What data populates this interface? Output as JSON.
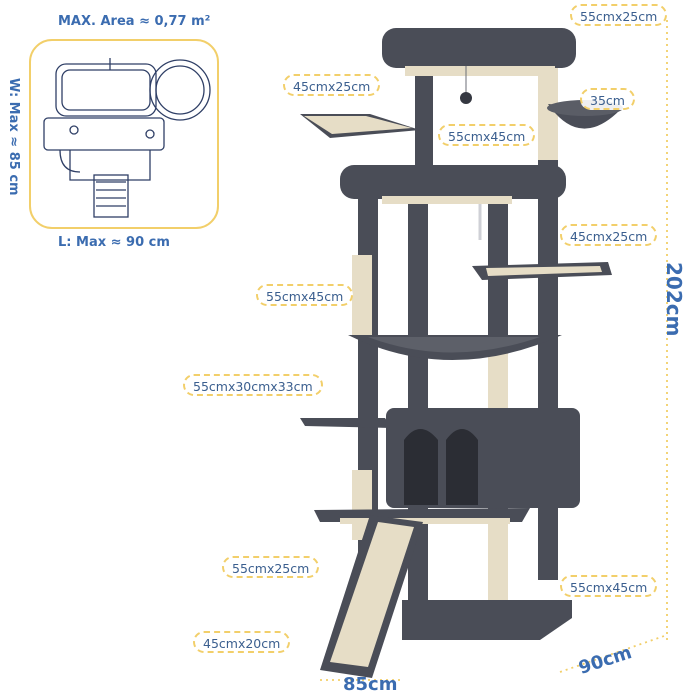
{
  "inset": {
    "area": "MAX. Area ≈ 0,77 m²",
    "width": "W: Max ≈ 85 cm",
    "length": "L: Max ≈ 90 cm"
  },
  "dimensions": {
    "height": "202cm",
    "width": "85cm",
    "depth": "90cm"
  },
  "labels": [
    "55cmx25cm",
    "45cmx25cm",
    "35cm",
    "55cmx45cm",
    "45cmx25cm",
    "55cmx45cm",
    "55cmx30cmx33cm",
    "55cmx25cm",
    "55cmx45cm",
    "45cmx20cm"
  ],
  "colors": {
    "fur": "#4a4d57",
    "fur_dark": "#353841",
    "sisal": "#e6ddc6",
    "accent": "#f2cf6a",
    "text": "#3b6cb0"
  }
}
